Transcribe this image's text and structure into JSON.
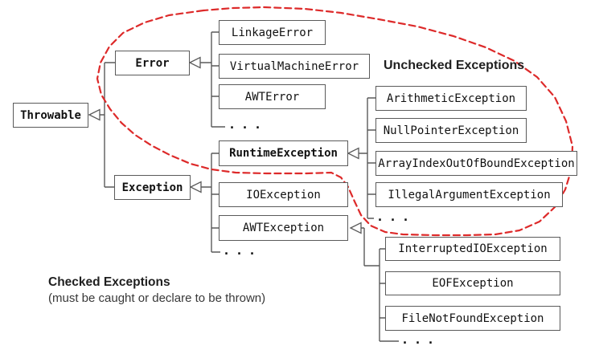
{
  "diagram": {
    "title_labels": {
      "unchecked": "Unchecked Exceptions",
      "checked": "Checked Exceptions",
      "checked_note": "(must be caught or declare to be thrown)"
    },
    "colors": {
      "box_border": "#5a5a5a",
      "connector": "#5a5a5a",
      "text": "#111111",
      "dashed_loop_red": "#dd2a2a",
      "background": "#ffffff"
    },
    "nodes": {
      "throwable": {
        "label": "Throwable",
        "emphasis": "bold"
      },
      "error": {
        "label": "Error",
        "emphasis": "bold"
      },
      "exception": {
        "label": "Exception",
        "emphasis": "bold"
      },
      "linkage_error": {
        "label": "LinkageError"
      },
      "virtual_machine_error": {
        "label": "VirtualMachineError"
      },
      "awt_error": {
        "label": "AWTError"
      },
      "error_more": {
        "label": "..."
      },
      "runtime_exception": {
        "label": "RuntimeException",
        "emphasis": "bold"
      },
      "io_exception": {
        "label": "IOException"
      },
      "awt_exception": {
        "label": "AWTException"
      },
      "exception_more": {
        "label": "..."
      },
      "arithmetic_exception": {
        "label": "ArithmeticException"
      },
      "null_pointer_exception": {
        "label": "NullPointerException"
      },
      "array_index_out_of_bound_exception": {
        "label": "ArrayIndexOutOfBoundException"
      },
      "illegal_argument_exception": {
        "label": "IllegalArgumentException"
      },
      "runtime_more": {
        "label": "..."
      },
      "interrupted_io_exception": {
        "label": "InterruptedIOException"
      },
      "eof_exception": {
        "label": "EOFException"
      },
      "file_not_found_exception": {
        "label": "FileNotFoundException"
      },
      "awt_more": {
        "label": "..."
      }
    },
    "edges": [
      {
        "parent": "Throwable",
        "children": [
          "Error",
          "Exception"
        ]
      },
      {
        "parent": "Error",
        "children": [
          "LinkageError",
          "VirtualMachineError",
          "AWTError",
          "..."
        ]
      },
      {
        "parent": "Exception",
        "children": [
          "RuntimeException",
          "IOException",
          "AWTException",
          "..."
        ]
      },
      {
        "parent": "RuntimeException",
        "children": [
          "ArithmeticException",
          "NullPointerException",
          "ArrayIndexOutOfBoundException",
          "IllegalArgumentException",
          "..."
        ]
      },
      {
        "parent": "AWTException",
        "children": [
          "InterruptedIOException",
          "EOFException",
          "FileNotFoundException",
          "..."
        ]
      }
    ],
    "annotations": {
      "dashed_loop_meaning": "encloses unchecked exceptions"
    }
  }
}
